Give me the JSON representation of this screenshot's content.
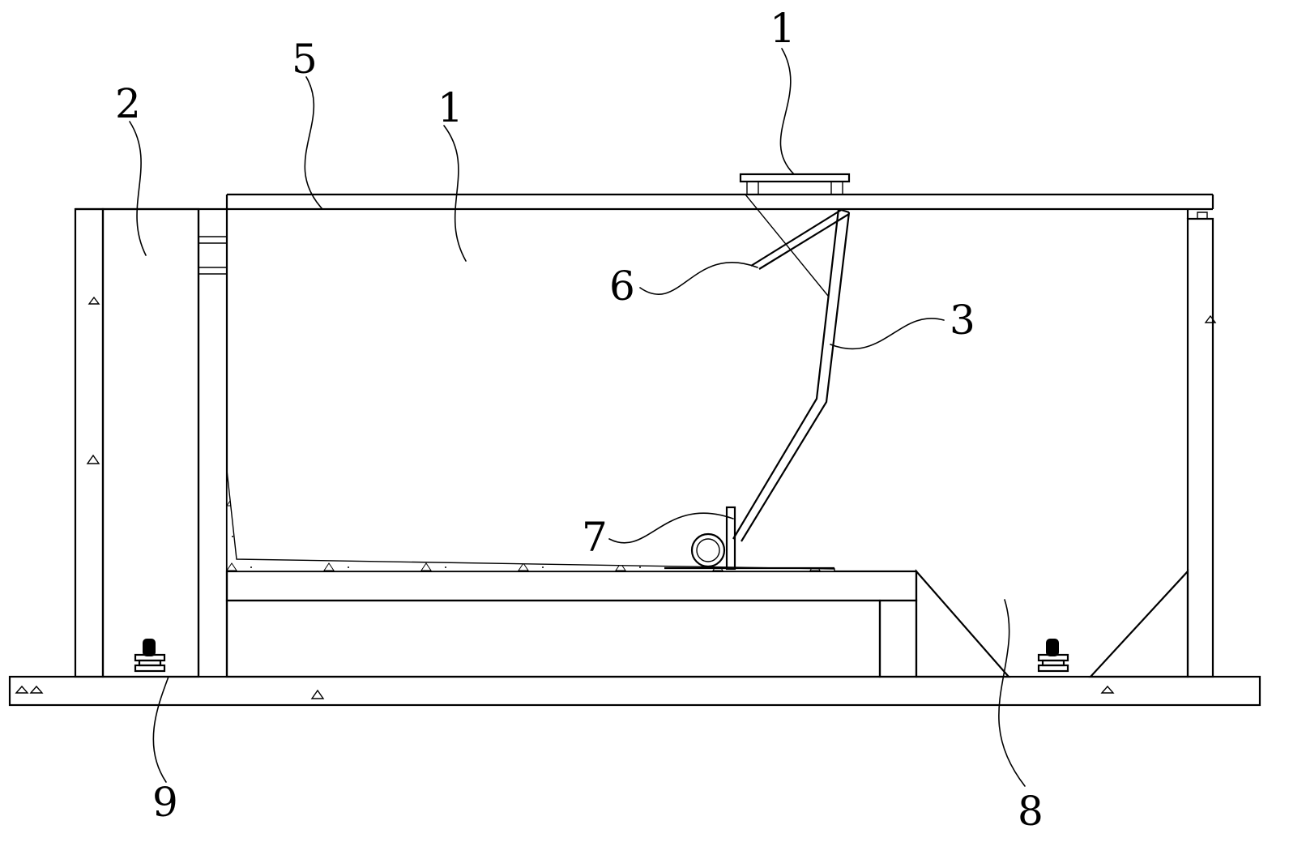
{
  "labels": {
    "top_right": "1",
    "top_center": "1",
    "five": "5",
    "two": "2",
    "six": "6",
    "three": "3",
    "seven": "7",
    "eight": "8",
    "nine": "9"
  },
  "colors": {
    "line": "#000000",
    "background": "#ffffff"
  }
}
